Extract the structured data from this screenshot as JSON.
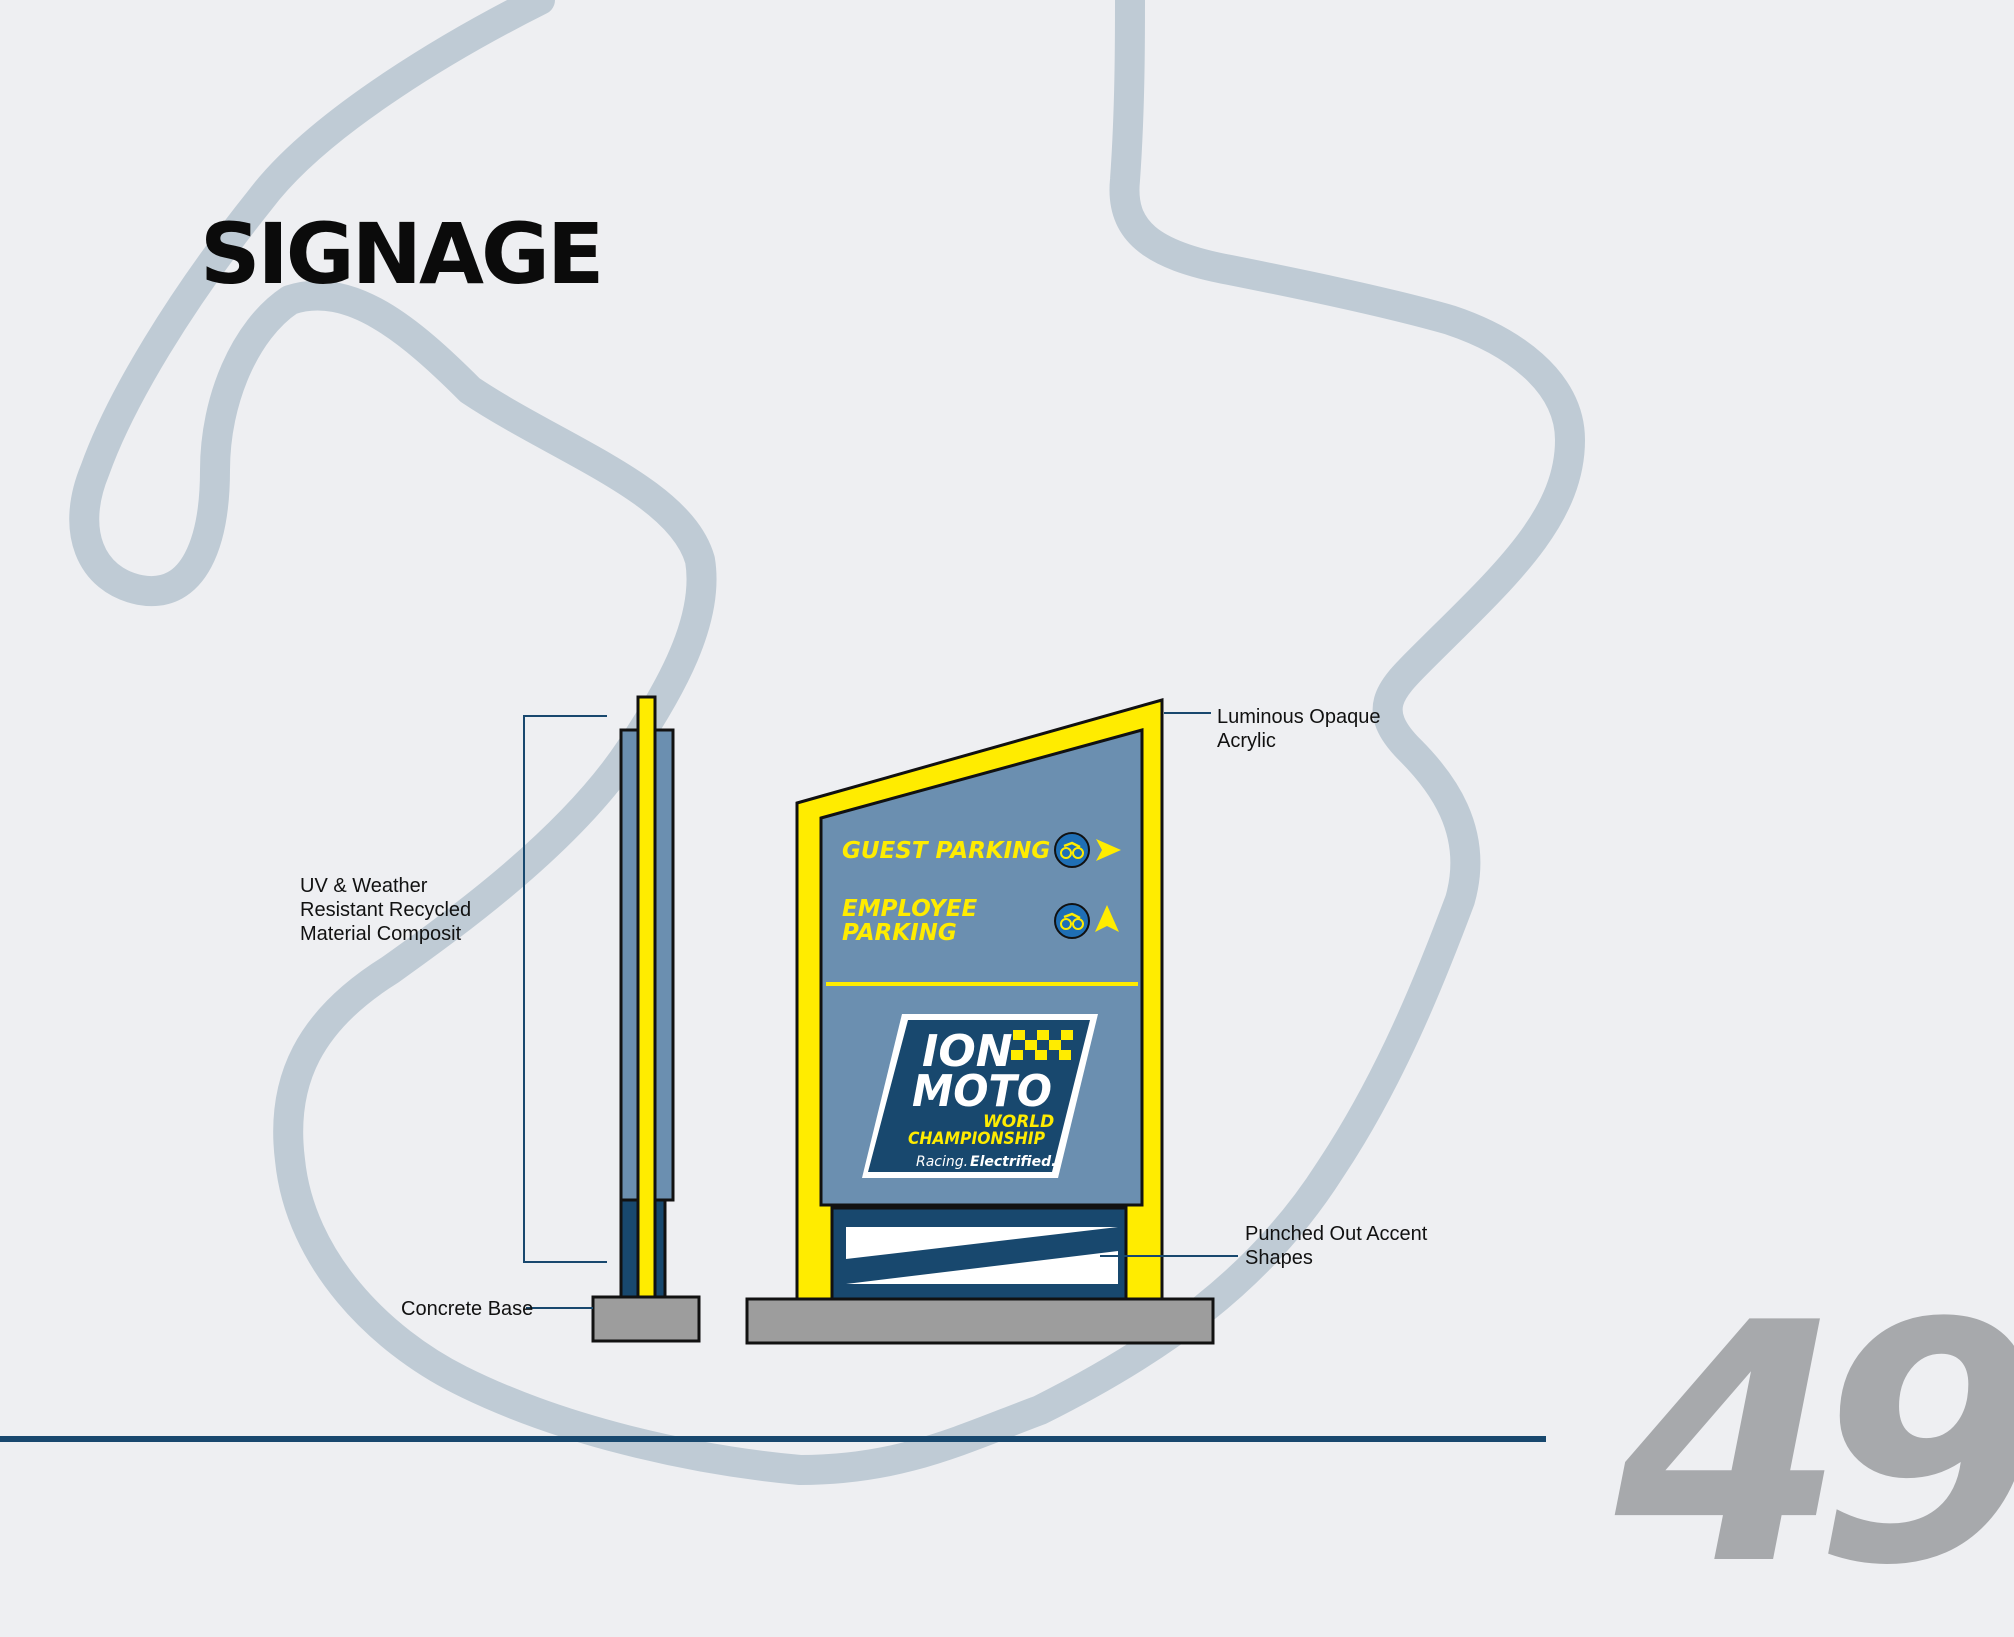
{
  "page": {
    "title": "SIGNAGE",
    "page_number": "49"
  },
  "callouts": {
    "uv": [
      "UV & Weather",
      "Resistant Recycled",
      "Material Composit"
    ],
    "base": "Concrete Base",
    "acrylic": [
      "Luminous Opaque",
      "Acrylic"
    ],
    "accent": [
      "Punched Out Accent",
      "Shapes"
    ]
  },
  "sign": {
    "guest": "GUEST PARKING",
    "employee": [
      "EMPLOYEE",
      "PARKING"
    ]
  },
  "logo": {
    "line1": "ION",
    "line2": "MOTO",
    "line3": "WORLD",
    "line4": "CHAMPIONSHIP",
    "tagline_a": "Racing.",
    "tagline_b": "Electrified."
  },
  "colors": {
    "background": "#eeeff2",
    "track": "#bfcbd5",
    "yellow": "#ffec00",
    "sign_panel": "#6b8fb0",
    "navy": "#18486e",
    "concrete": "#9d9d9d",
    "page_number": "#a7a9ac"
  }
}
